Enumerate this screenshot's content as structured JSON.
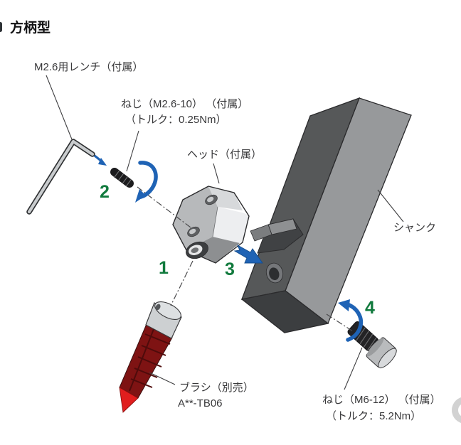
{
  "title": "方柄型",
  "labels": {
    "wrench": "M2.6用レンチ（付属）",
    "screw_small_1": "ねじ（M2.6-10） （付属）",
    "screw_small_2": "（トルク：0.25Nm）",
    "head": "ヘッド（付属）",
    "shank": "シャンク",
    "brush_1": "ブラシ（別売）",
    "brush_2": "A**-TB06",
    "screw_large_1": "ねじ（M6-12） （付属）",
    "screw_large_2": "（トルク：5.2Nm）"
  },
  "step_numbers": {
    "step1": "1",
    "step2": "2",
    "step3": "3",
    "step4": "4"
  },
  "colors": {
    "step_number_green": "#117a3d",
    "arrow_blue": "#1f63b5",
    "shank_dark_face": "#565859",
    "shank_light_face": "#97999b",
    "shank_end_face": "#3c3e40",
    "head_gray": "#b5b7b9",
    "brush_dark_red": "#7e1313",
    "brush_bright_red": "#e01e1e",
    "collar_gray": "#cdd0d2"
  }
}
